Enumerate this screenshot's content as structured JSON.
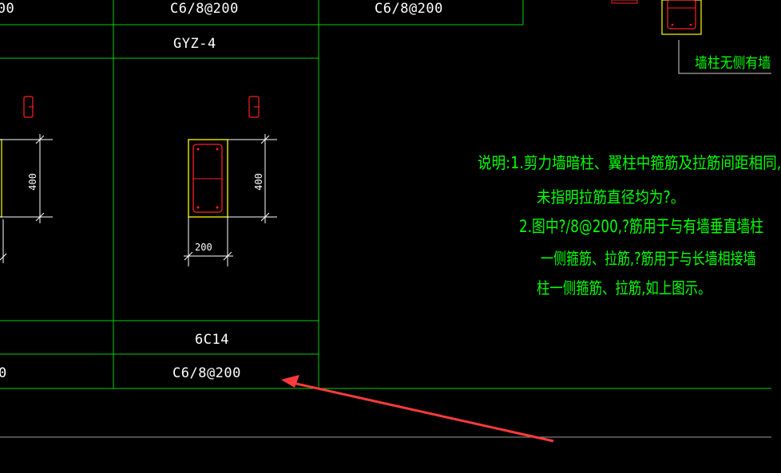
{
  "cells": {
    "top_left_partial": "200",
    "top_mid": "C6/8@200",
    "top_right": "C6/8@200",
    "column_name": "GYZ-4",
    "rebar_main": "6C14",
    "rebar_stirrup": "C6/8@200",
    "bottom_left_partial": "0"
  },
  "dims": {
    "left_height": "400",
    "mid_height": "400",
    "mid_width": "200"
  },
  "legend_box_label": "墙柱无侧有墙",
  "notes": {
    "line1": "说明:1.剪力墙暗柱、翼柱中箍筋及拉筋间距相同,",
    "line2": "未指明拉筋直径均为?。",
    "line3": "2.图中?/8@200,?筋用于与有墙垂直墙柱",
    "line4": "一侧箍筋、拉筋,?筋用于与长墙相接墙",
    "line5": "柱一侧箍筋、拉筋,如上图示。"
  },
  "colors": {
    "grid_line": "#00ff00",
    "text": "#ffffff",
    "note_text": "#00ff00",
    "column_outline": "#ffff00",
    "rebar": "#ff2020",
    "arrow": "#ff3b3b",
    "border": "#9a9a9a"
  }
}
